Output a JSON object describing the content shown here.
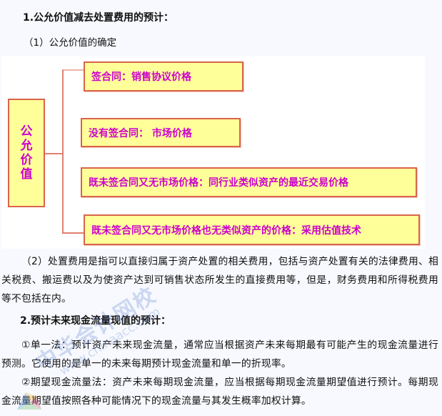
{
  "section1": {
    "heading": "1.公允价值减去处置费用的预计：",
    "sub1": "（1）公允价值的确定",
    "diagram": {
      "root": [
        "公",
        "允",
        "价",
        "值"
      ],
      "branches": [
        "签合同：销售协议价格",
        "没有签合同：  市场价格",
        "既未签合同又无市场价格：同行业类似资产的最近交易价格",
        "既未签合同又无市场价格也无类似资产的价格：采用估值技术"
      ]
    },
    "sub2": "（2）处置费用是指可以直接归属于资产处置的相关费用，包括与资产处置有关的法律费用、相关税费、搬运费以及为使资产达到可销售状态所发生的直接费用等，但是，财务费用和所得税费用等不包括在内。"
  },
  "section2": {
    "heading": "2.预计未来现金流量现值的预计：",
    "method1": "①单一法：预计资产未来现金流量，通常应当根据资产未来每期最有可能产生的现金流量进行预测。它使用的是单一的未来每期预计现金流量和单一的折现率。",
    "method2": "②期望现金流量法：资产未来每期现金流量，应当根据每期现金流量期望值进行预计。每期现金流量期望值按照各种可能情况下的现金流量与其发生概率加权计算。"
  },
  "watermark": {
    "name": "中华会计网校",
    "url": "www.chinaacc.com"
  },
  "colors": {
    "page_bg": "#F7F9FE",
    "box_fill": "#FFFF99",
    "box_border": "#D9644A",
    "box_text": "#CC00CC"
  }
}
